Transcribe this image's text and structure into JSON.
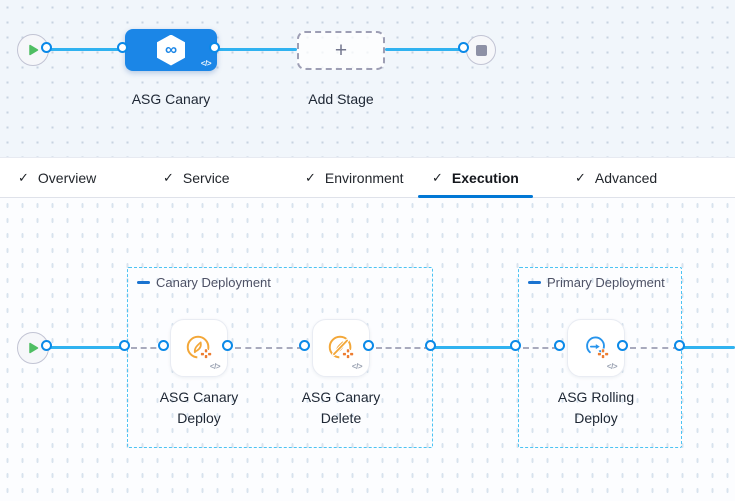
{
  "colors": {
    "accent_blue": "#0278d5",
    "connector_blue": "#30b2f0",
    "stage_blue": "#1b86e7",
    "group_border_blue": "#4cc3f3",
    "canary_orange": "#f3a738",
    "cluster_orange": "#ed7d31",
    "play_green": "#4fbe63",
    "dashed_gray": "#a8aabd"
  },
  "stage_pipeline": {
    "stage_label": "ASG Canary",
    "add_stage_label": "Add Stage",
    "plus_glyph": "+"
  },
  "tabs": {
    "check_glyph": "✓",
    "items": [
      {
        "label": "Overview",
        "active": false
      },
      {
        "label": "Service",
        "active": false
      },
      {
        "label": "Environment",
        "active": false
      },
      {
        "label": "Execution",
        "active": true
      },
      {
        "label": "Advanced",
        "active": false
      }
    ]
  },
  "execution": {
    "groups": [
      {
        "title": "Canary Deployment"
      },
      {
        "title": "Primary Deployment"
      }
    ],
    "steps": [
      {
        "label": "ASG Canary Deploy"
      },
      {
        "label": "ASG Canary Delete"
      },
      {
        "label": "ASG Rolling Deploy"
      }
    ]
  },
  "icons": {
    "code_glyph": "</>",
    "infinity_glyph": "∞"
  }
}
